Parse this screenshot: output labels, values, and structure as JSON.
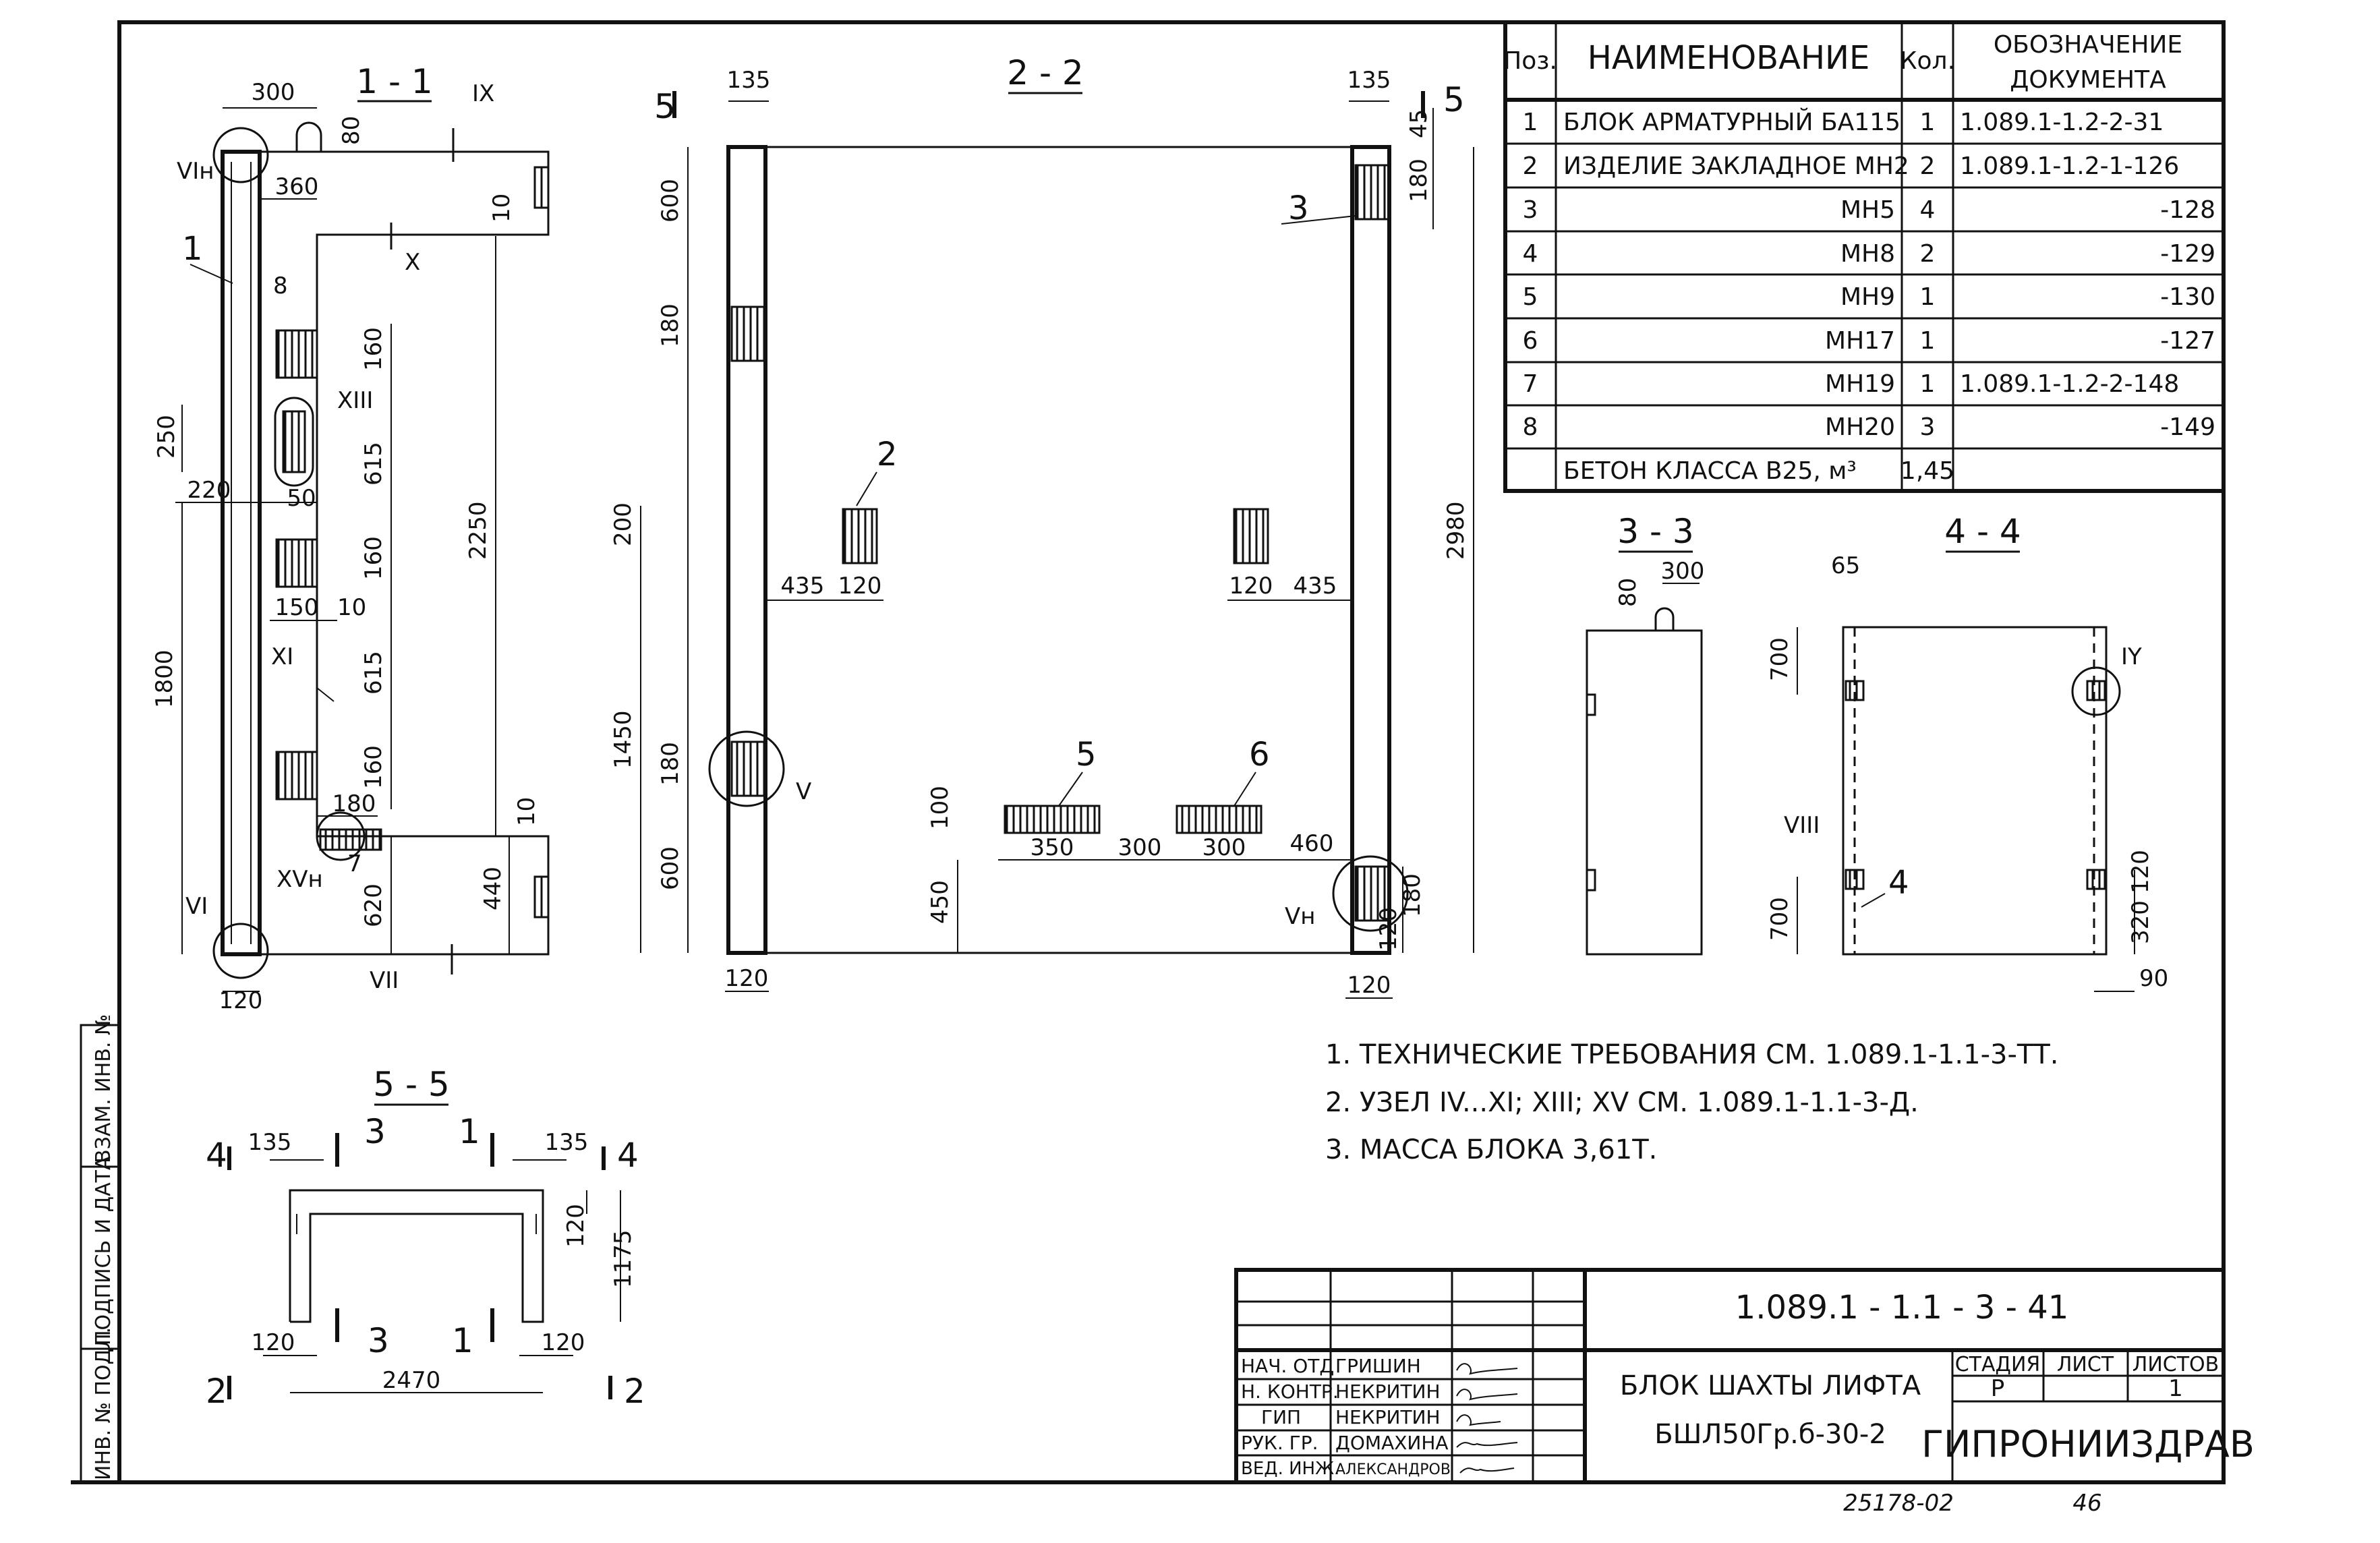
{
  "spec_table": {
    "headers": [
      "Поз.",
      "НАИМЕНОВАНИЕ",
      "Кол.",
      "ОБОЗНАЧЕНИЕ",
      "ДОКУМЕНТА"
    ],
    "rows": [
      {
        "pos": "1",
        "name": "БЛОК АРМАТУРНЫЙ БА115",
        "qty": "1",
        "doc": "1.089.1-1.2-2-31"
      },
      {
        "pos": "2",
        "name": "ИЗДЕЛИЕ ЗАКЛАДНОЕ МН2",
        "qty": "2",
        "doc": "1.089.1-1.2-1-126"
      },
      {
        "pos": "3",
        "name": "МН5",
        "qty": "4",
        "doc": "-128"
      },
      {
        "pos": "4",
        "name": "МН8",
        "qty": "2",
        "doc": "-129"
      },
      {
        "pos": "5",
        "name": "МН9",
        "qty": "1",
        "doc": "-130"
      },
      {
        "pos": "6",
        "name": "МН17",
        "qty": "1",
        "doc": "-127"
      },
      {
        "pos": "7",
        "name": "МН19",
        "qty": "1",
        "doc": "1.089.1-1.2-2-148"
      },
      {
        "pos": "8",
        "name": "МН20",
        "qty": "3",
        "doc": "-149"
      }
    ],
    "concrete": {
      "name": "БЕТОН КЛАССА В25, м³",
      "qty": "1,45"
    }
  },
  "sections": {
    "s11": "1 - 1",
    "s22": "2 - 2",
    "s33": "3 - 3",
    "s44": "4 - 4",
    "s55": "5 - 5"
  },
  "notes": [
    "1. ТЕХНИЧЕСКИЕ ТРЕБОВАНИЯ СМ. 1.089.1-1.1-3-ТТ.",
    "2. УЗЕЛ IV...XI; XIII; XV СМ. 1.089.1-1.1-3-Д.",
    "3. МАССА БЛОКА 3,61Т."
  ],
  "title_block": {
    "doc_code": "1.089.1 - 1.1 - 3 - 41",
    "title": "БЛОК ШАХТЫ ЛИФТА",
    "mark": "БШЛ50Гр.б-30-2",
    "stage_label": "СТАДИЯ",
    "sheet_label": "ЛИСТ",
    "sheets_label": "ЛИСТОВ",
    "stage": "Р",
    "sheets": "1",
    "org": "ГИПРОНИИЗДРАВ",
    "people": [
      {
        "role": "НАЧ. ОТД",
        "name": "ГРИШИН"
      },
      {
        "role": "Н. КОНТР.",
        "name": "НЕКРИТИН"
      },
      {
        "role": "ГИП",
        "name": "НЕКРИТИН"
      },
      {
        "role": "РУК. ГР.",
        "name": "ДОМАХИНА"
      },
      {
        "role": "ВЕД. ИНЖ.",
        "name": "АЛЕКСАНДРОВ"
      }
    ]
  },
  "side_stamp": [
    "ИНВ. № ПОДЛ.",
    "ПОДПИСЬ И ДАТА",
    "ВЗАМ. ИНВ. №"
  ],
  "footer": {
    "archive": "25178-02",
    "page": "46"
  },
  "dims_11": {
    "d300": "300",
    "d80": "80",
    "d360": "360",
    "d10a": "10",
    "d250": "250",
    "d220": "220",
    "d50": "50",
    "d160a": "160",
    "d615a": "615",
    "d160b": "160",
    "d615b": "615",
    "d160c": "160",
    "d2250": "2250",
    "d150": "150",
    "d10b": "10",
    "d1800": "1800",
    "d180": "180",
    "d620": "620",
    "d440": "440",
    "d10c": "10",
    "d120": "120"
  },
  "dims_22": {
    "d135a": "135",
    "d135b": "135",
    "d600a": "600",
    "d180a": "180",
    "d200": "200",
    "d435a": "435",
    "d120a": "120",
    "d120b": "120",
    "d435b": "435",
    "d1450": "1450",
    "d180b": "180",
    "d600b": "600",
    "d100": "100",
    "d350": "350",
    "d300a": "300",
    "d300b": "300",
    "d460": "460",
    "d450": "450",
    "d45": "45",
    "d180c": "180",
    "d2980": "2980",
    "d120c": "120",
    "d180d": "180",
    "d120e": "120",
    "d120f": "120"
  },
  "dims_33": {
    "d80": "80",
    "d300": "300"
  },
  "dims_44": {
    "d65": "65",
    "d700a": "700",
    "d700b": "700",
    "d120": "120",
    "d320": "320",
    "d90": "90"
  },
  "dims_55": {
    "d135a": "135",
    "d135b": "135",
    "d120a": "120",
    "d1175": "1175",
    "d120b": "120",
    "d120c": "120",
    "d2470": "2470"
  },
  "marks": {
    "p1": "1",
    "p2": "2",
    "p3": "3",
    "p4": "4",
    "p5": "5",
    "p6": "6",
    "p7": "7",
    "p8": "8",
    "IX": "IX",
    "X": "X",
    "XI": "XI",
    "XIII": "XIII",
    "VIn": "VIн",
    "VI": "VI",
    "VII": "VII",
    "XVn": "XVн",
    "V": "V",
    "Vn": "Vн",
    "IY": "IY",
    "VIII": "VIII",
    "cut5a": "5",
    "cut5b": "5",
    "cut3a": "3",
    "cut1a": "1",
    "cut4a": "4",
    "cut4b": "4",
    "cut3b": "3",
    "cut1b": "1",
    "cut2a": "2",
    "cut2b": "2"
  }
}
